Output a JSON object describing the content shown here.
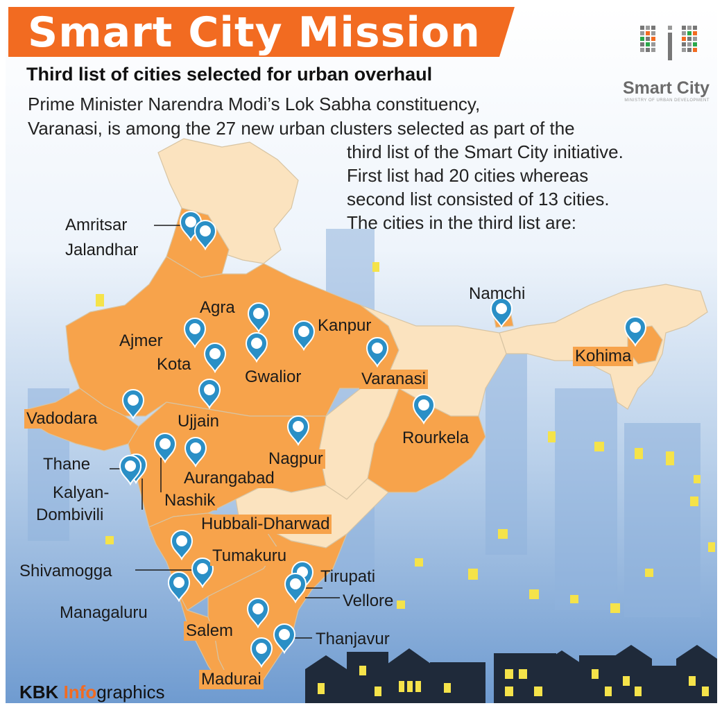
{
  "header": {
    "title": "Smart City Mission",
    "subtitle": "Third list of cities selected for urban overhaul",
    "body_lines": [
      "Prime Minister Narendra Modi’s Lok Sabha constituency,",
      "Varanasi, is among the 27 new urban clusters selected as part of the",
      "third list of the Smart City initiative.",
      "First list had 20 cities whereas",
      "second list consisted of 13 cities.",
      "The cities in the third list are:"
    ]
  },
  "logo": {
    "name": "Smart City",
    "tagline": "MINISTRY OF URBAN DEVELOPMENT"
  },
  "cities": [
    {
      "name": "Amritsar",
      "pin_icon": "map-pin-icon"
    },
    {
      "name": "Jalandhar",
      "pin_icon": "map-pin-icon"
    },
    {
      "name": "Agra",
      "pin_icon": "map-pin-icon"
    },
    {
      "name": "Kanpur",
      "pin_icon": "map-pin-icon"
    },
    {
      "name": "Ajmer",
      "pin_icon": "map-pin-icon"
    },
    {
      "name": "Kota",
      "pin_icon": "map-pin-icon"
    },
    {
      "name": "Gwalior",
      "pin_icon": "map-pin-icon"
    },
    {
      "name": "Varanasi",
      "pin_icon": "map-pin-icon"
    },
    {
      "name": "Namchi",
      "pin_icon": "map-pin-icon"
    },
    {
      "name": "Kohima",
      "pin_icon": "map-pin-icon"
    },
    {
      "name": "Vadodara",
      "pin_icon": "map-pin-icon"
    },
    {
      "name": "Ujjain",
      "pin_icon": "map-pin-icon"
    },
    {
      "name": "Rourkela",
      "pin_icon": "map-pin-icon"
    },
    {
      "name": "Nagpur",
      "pin_icon": "map-pin-icon"
    },
    {
      "name": "Thane",
      "pin_icon": "map-pin-icon"
    },
    {
      "name": "Aurangabad",
      "pin_icon": "map-pin-icon"
    },
    {
      "name": "Nashik",
      "pin_icon": "map-pin-icon"
    },
    {
      "name": "Kalyan-",
      "pin_icon": "map-pin-icon"
    },
    {
      "name": "Dombivili",
      "pin_icon": "map-pin-icon"
    },
    {
      "name": "Hubbali-Dharwad",
      "pin_icon": "map-pin-icon"
    },
    {
      "name": "Tumakuru",
      "pin_icon": "map-pin-icon"
    },
    {
      "name": "Shivamogga",
      "pin_icon": "map-pin-icon"
    },
    {
      "name": "Tirupati",
      "pin_icon": "map-pin-icon"
    },
    {
      "name": "Vellore",
      "pin_icon": "map-pin-icon"
    },
    {
      "name": "Managaluru",
      "pin_icon": "map-pin-icon"
    },
    {
      "name": "Salem",
      "pin_icon": "map-pin-icon"
    },
    {
      "name": "Thanjavur",
      "pin_icon": "map-pin-icon"
    },
    {
      "name": "Madurai",
      "pin_icon": "map-pin-icon"
    }
  ],
  "credit": {
    "part1": "KBK ",
    "part2": "Info",
    "part3": "graphics"
  },
  "colors": {
    "banner": "#f26b21",
    "selected_state": "#f7a34b",
    "other_state": "#fbe3bf",
    "pin": "#2a8fc6",
    "sky_top": "#ffffff",
    "sky_bottom": "#7fa8d6",
    "buildings": "#1f2a3a",
    "window": "#ffe64d"
  }
}
